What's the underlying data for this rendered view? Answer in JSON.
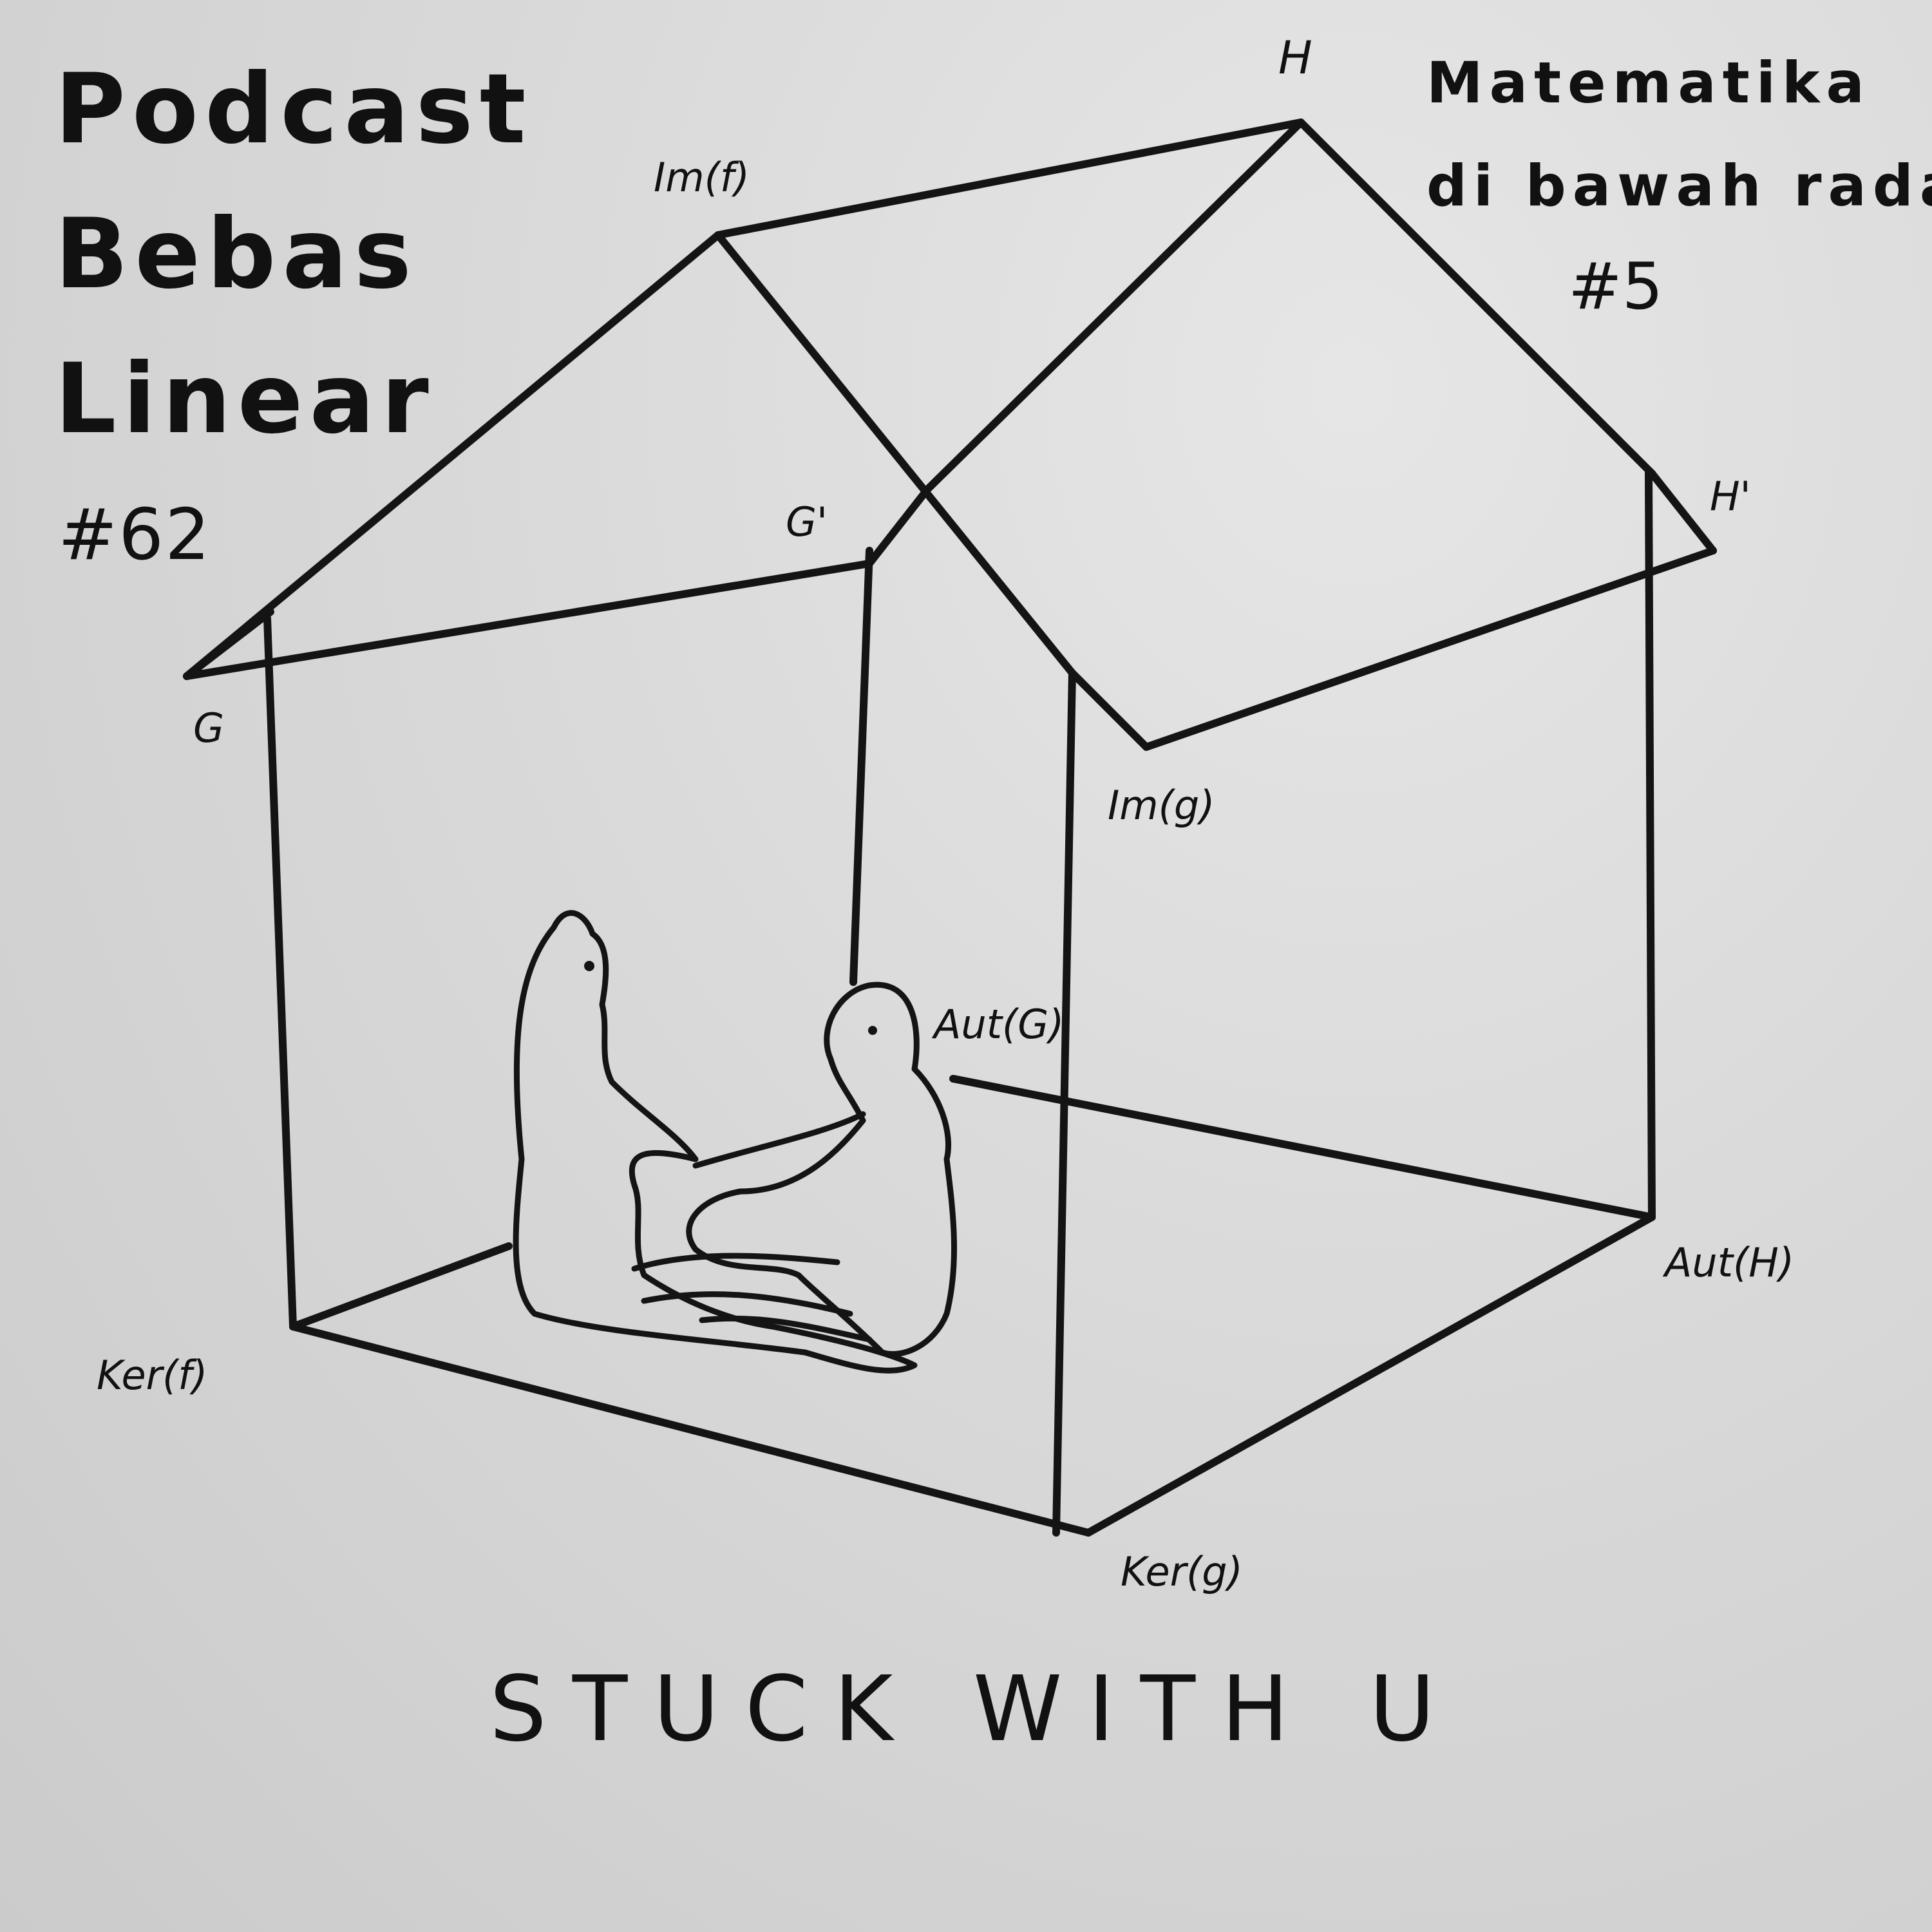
{
  "podcast": {
    "lines": [
      "Podcast",
      "Bebas",
      "Linear"
    ],
    "episode": "#62"
  },
  "series": {
    "line1": "Matematika",
    "line2": "di bawah radar",
    "episode": "#5"
  },
  "vertices": {
    "H": "H",
    "Im_f": "Im(f)",
    "G_prime": "G'",
    "H_prime": "H'",
    "G": "G",
    "Im_g": "Im(g)",
    "Aut_G": "Aut(G)",
    "Aut_H": "Aut(H)",
    "Ker_f": "Ker(f)",
    "Ker_g": "Ker(g)"
  },
  "caption": "STUCK WITH U"
}
